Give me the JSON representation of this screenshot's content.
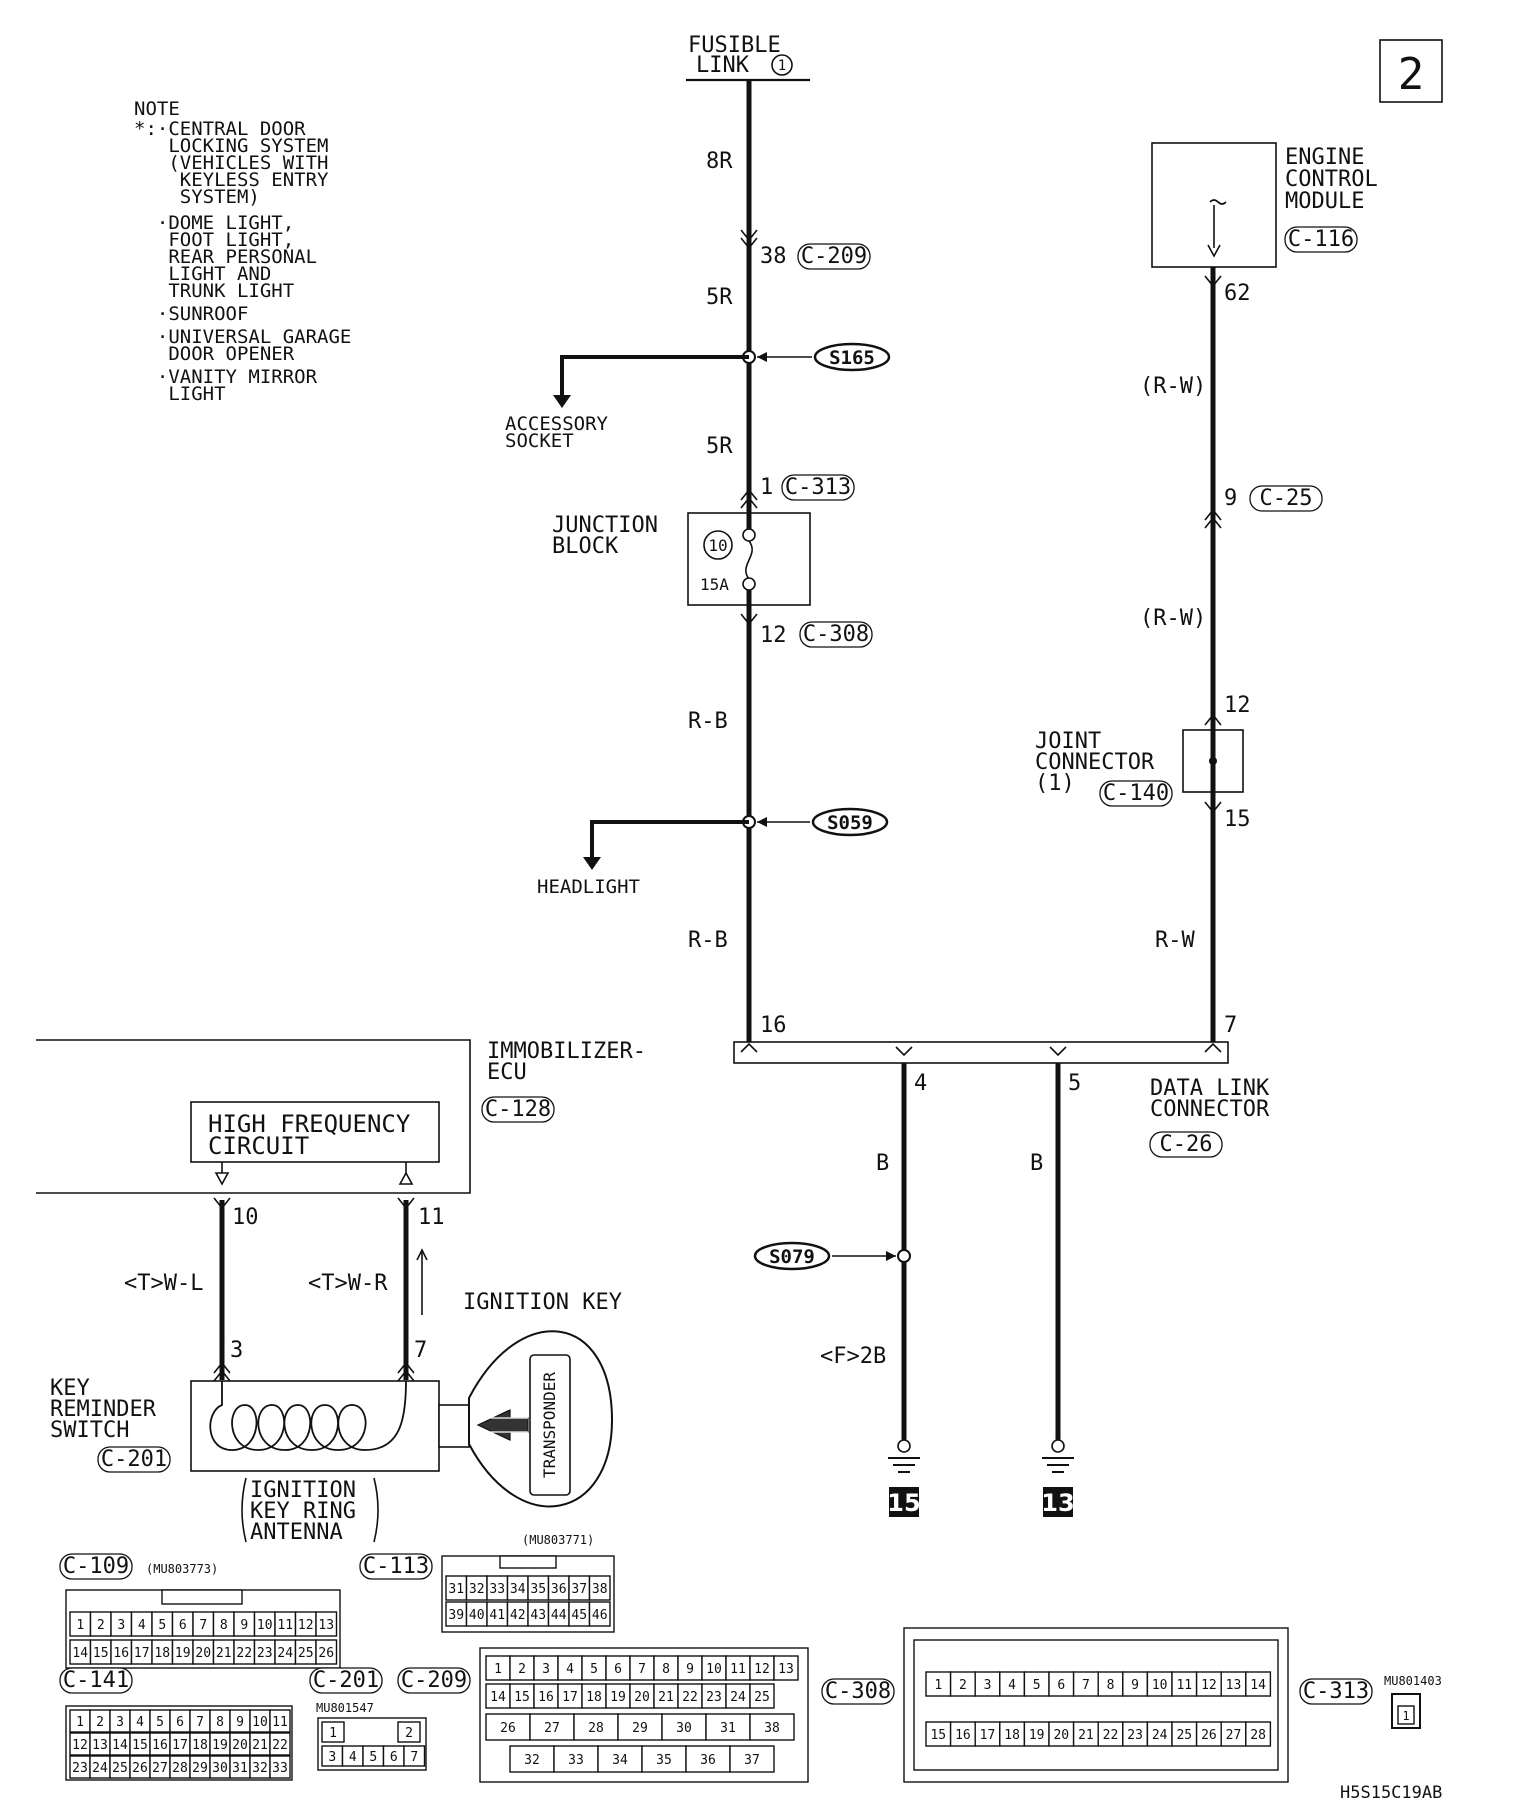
{
  "page_number": "2",
  "diagram_code": "H5S15C19AB",
  "note": {
    "title": "NOTE",
    "lines": [
      "*:·CENTRAL DOOR",
      "   LOCKING SYSTEM",
      "   (VEHICLES WITH",
      "    KEYLESS ENTRY",
      "    SYSTEM)",
      "  ·DOME LIGHT,",
      "   FOOT LIGHT,",
      "   REAR PERSONAL",
      "   LIGHT AND",
      "   TRUNK LIGHT",
      "  ·SUNROOF",
      "  ·UNIVERSAL GARAGE",
      "   DOOR OPENER",
      "  ·VANITY MIRROR",
      "   LIGHT"
    ]
  },
  "fusible_link": {
    "line1": "FUSIBLE",
    "line2": "LINK",
    "num": "1"
  },
  "left_circuit": {
    "wire_8r": "8R",
    "pin_38": "38",
    "c209": "C-209",
    "wire_5r_a": "5R",
    "splice_s165": "S165",
    "accessory_line1": "ACCESSORY",
    "accessory_line2": "SOCKET",
    "wire_5r_b": "5R",
    "pin_1": "1",
    "c313": "C-313",
    "junction_line1": "JUNCTION",
    "junction_line2": "BLOCK",
    "fuse_num": "10",
    "fuse_amp": "15A",
    "pin_12": "12",
    "c308": "C-308",
    "wire_rb_a": "R-B",
    "splice_s059": "S059",
    "headlight": "HEADLIGHT",
    "wire_rb_b": "R-B",
    "pin_16": "16"
  },
  "right_circuit": {
    "ecm_line1": "ENGINE",
    "ecm_line2": "CONTROL",
    "ecm_line3": "MODULE",
    "c116": "C-116",
    "pin_62": "62",
    "wire_rw_a": "(R-W)",
    "pin_9": "9",
    "c25": "C-25",
    "wire_rw_b": "(R-W)",
    "pin_12": "12",
    "joint_line1": "JOINT",
    "joint_line2": "CONNECTOR",
    "joint_line3": "(1)",
    "c140": "C-140",
    "pin_15": "15",
    "wire_rw_c": "R-W",
    "pin_7": "7"
  },
  "data_link": {
    "line1": "DATA LINK",
    "line2": "CONNECTOR",
    "c26": "C-26",
    "pin_4": "4",
    "pin_5": "5",
    "wire_b_a": "B",
    "wire_b_b": "B",
    "splice_s079": "S079",
    "wire_2b": "<F>2B",
    "ground_15": "15",
    "ground_13": "13"
  },
  "immobilizer": {
    "line1": "IMMOBILIZER-",
    "line2": "ECU",
    "c128": "C-128",
    "hf_line1": "HIGH FREQUENCY",
    "hf_line2": "CIRCUIT",
    "pin_10": "10",
    "pin_11": "11",
    "wire_wl": "<T>W-L",
    "wire_wr": "<T>W-R",
    "pin_3": "3",
    "pin_7": "7",
    "ignition_key": "IGNITION KEY",
    "transponder": "TRANSPONDER",
    "key_line1": "KEY",
    "key_line2": "REMINDER",
    "key_line3": "SWITCH",
    "c201": "C-201",
    "antenna_line1": "IGNITION",
    "antenna_line2": "KEY RING",
    "antenna_line3": "ANTENNA"
  },
  "connector_views": {
    "c109": {
      "label": "C-109",
      "part": "(MU803773)",
      "row1": [
        "1",
        "2",
        "3",
        "4",
        "5",
        "6",
        "7",
        "8",
        "9",
        "10",
        "11",
        "12",
        "13"
      ],
      "row2": [
        "14",
        "15",
        "16",
        "17",
        "18",
        "19",
        "20",
        "21",
        "22",
        "23",
        "24",
        "25",
        "26"
      ]
    },
    "c113": {
      "label": "C-113",
      "part": "(MU803771)",
      "row1": [
        "31",
        "32",
        "33",
        "34",
        "35",
        "36",
        "37",
        "38"
      ],
      "row2": [
        "39",
        "40",
        "41",
        "42",
        "43",
        "44",
        "45",
        "46"
      ]
    },
    "c141": {
      "label": "C-141",
      "row1": [
        "1",
        "2",
        "3",
        "4",
        "5",
        "6",
        "7",
        "8",
        "9",
        "10",
        "11"
      ],
      "row2": [
        "12",
        "13",
        "14",
        "15",
        "16",
        "17",
        "18",
        "19",
        "20",
        "21",
        "22"
      ],
      "row3": [
        "23",
        "24",
        "25",
        "26",
        "27",
        "28",
        "29",
        "30",
        "31",
        "32",
        "33"
      ]
    },
    "c201": {
      "label": "C-201",
      "part": "MU801547",
      "row1": [
        "1",
        "2"
      ],
      "row2": [
        "3",
        "4",
        "5",
        "6",
        "7"
      ]
    },
    "c209": {
      "label": "C-209",
      "row1": [
        "1",
        "2",
        "3",
        "4",
        "5",
        "6",
        "7",
        "8",
        "9",
        "10",
        "11",
        "12",
        "13"
      ],
      "row2": [
        "14",
        "15",
        "16",
        "17",
        "18",
        "19",
        "20",
        "21",
        "22",
        "23",
        "24",
        "25"
      ],
      "row3": [
        "26",
        "27",
        "28",
        "29",
        "30",
        "31",
        "38"
      ],
      "row4": [
        "32",
        "33",
        "34",
        "35",
        "36",
        "37"
      ]
    },
    "c308": {
      "label": "C-308"
    },
    "c313": {
      "label": "C-313",
      "row1": [
        "1",
        "2",
        "3",
        "4",
        "5",
        "6",
        "7",
        "8",
        "9",
        "10",
        "11",
        "12",
        "13",
        "14"
      ],
      "row2": [
        "15",
        "16",
        "17",
        "18",
        "19",
        "20",
        "21",
        "22",
        "23",
        "24",
        "25",
        "26",
        "27",
        "28"
      ]
    },
    "small": {
      "part": "MU801403",
      "pin": "1"
    }
  }
}
